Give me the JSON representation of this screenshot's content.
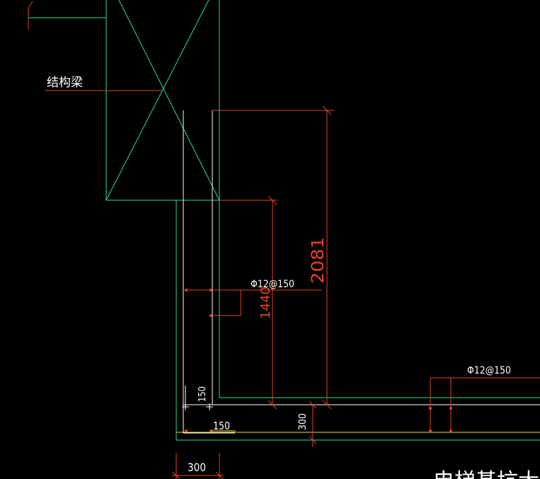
{
  "colors": {
    "background": "#000000",
    "concrete_outline": "#19e3a0",
    "rebar": "#ffffff",
    "dimension": "#e8431c",
    "annotation_text": "#ffffff",
    "dimension_text": "#e8431c",
    "leader": "#e8431c",
    "yellow_line": "#e6e04a"
  },
  "labels": {
    "structural_beam": "结构梁",
    "rebar_vertical": "Φ12@150",
    "rebar_horizontal": "Φ12@150",
    "bottom_partial": "电梯基坑大样"
  },
  "dimensions": {
    "total_height": "2081",
    "inner_height": "1440",
    "cover_vertical": "150",
    "cover_horizontal": "150",
    "slab_thickness": "300",
    "wall_thickness": "300"
  }
}
